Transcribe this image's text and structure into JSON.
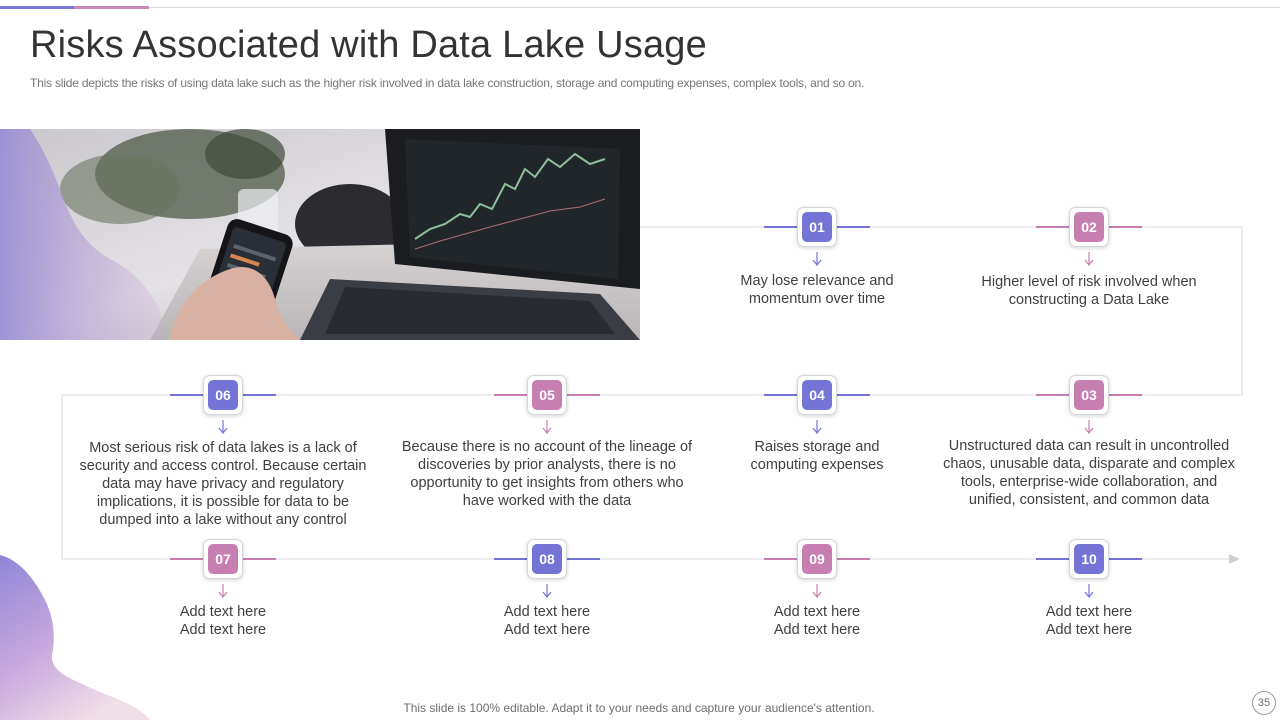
{
  "slide": {
    "title": "Risks Associated with Data Lake Usage",
    "subtitle": "This slide depicts the risks of using data lake such as the higher risk involved in data lake construction, storage and computing expenses, complex tools, and so on.",
    "footer": "This slide is 100% editable. Adapt it to your needs and capture your audience's attention.",
    "page_number": "35"
  },
  "colors": {
    "blue": "#7473d6",
    "pink": "#c77fb2",
    "connector": "#d9d9de"
  },
  "steps": [
    {
      "num": "01",
      "color": "blue",
      "line1": "May lose relevance and",
      "line2": "momentum over time"
    },
    {
      "num": "02",
      "color": "pink",
      "line1": "Higher level of risk involved when",
      "line2": "constructing a Data Lake"
    },
    {
      "num": "03",
      "color": "pink",
      "text": "Unstructured data can result in uncontrolled chaos, unusable data, disparate and complex tools, enterprise-wide collaboration, and unified,  consistent, and common data"
    },
    {
      "num": "04",
      "color": "blue",
      "line1": "Raises storage and",
      "line2": "computing expenses"
    },
    {
      "num": "05",
      "color": "pink",
      "text": "Because there is no account of the lineage of discoveries by prior analysts, there is no opportunity to get insights from others who have worked with the data"
    },
    {
      "num": "06",
      "color": "blue",
      "text": "Most serious risk of data lakes is a lack of security and access control. Because certain data may have privacy and regulatory implications, it is possible for data to be dumped into a lake without any control"
    },
    {
      "num": "07",
      "color": "pink",
      "line1": "Add text here",
      "line2": "Add text here"
    },
    {
      "num": "08",
      "color": "blue",
      "line1": "Add text here",
      "line2": "Add text here"
    },
    {
      "num": "09",
      "color": "pink",
      "line1": "Add text here",
      "line2": "Add text here"
    },
    {
      "num": "10",
      "color": "blue",
      "line1": "Add text here",
      "line2": "Add text here"
    }
  ],
  "image": {
    "icon": "photo-hand-phone-laptop-stock-chart"
  }
}
